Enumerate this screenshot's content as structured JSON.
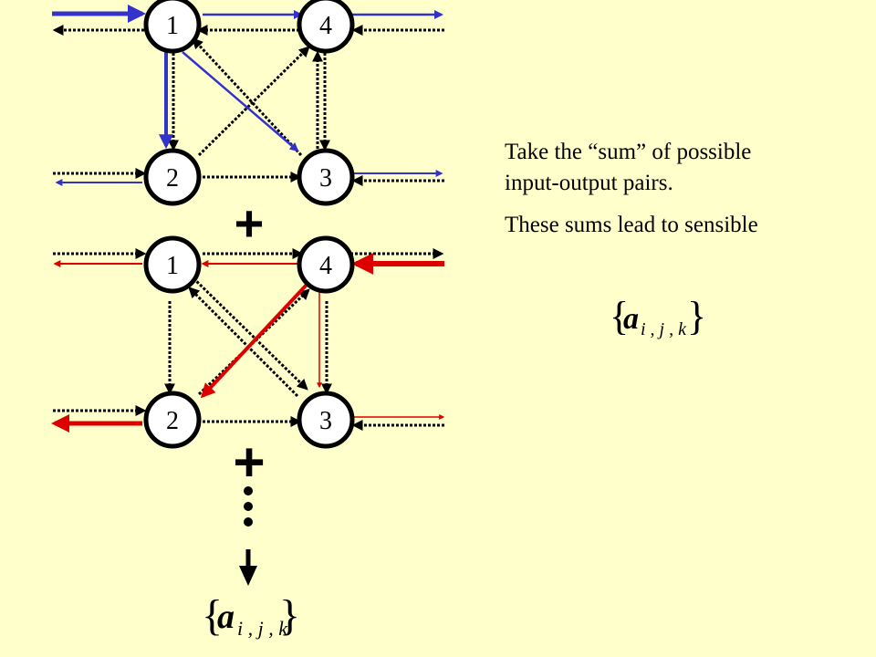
{
  "colors": {
    "background": "#ffffcc",
    "blue_flow": "#3333cc",
    "red_flow": "#dd0000",
    "dotted": "#000000"
  },
  "diagram_top": {
    "nodes": [
      {
        "id": "top-node-1",
        "label": "1"
      },
      {
        "id": "top-node-4",
        "label": "4"
      },
      {
        "id": "top-node-2",
        "label": "2"
      },
      {
        "id": "top-node-3",
        "label": "3"
      }
    ]
  },
  "diagram_bottom": {
    "nodes": [
      {
        "id": "bottom-node-1",
        "label": "1"
      },
      {
        "id": "bottom-node-4",
        "label": "4"
      },
      {
        "id": "bottom-node-2",
        "label": "2"
      },
      {
        "id": "bottom-node-3",
        "label": "3"
      }
    ]
  },
  "plus_signs": [
    "+",
    "+"
  ],
  "ellipsis_dots": 3,
  "result_symbol": {
    "brace_open": "{",
    "base": "a",
    "subscript": "i , j , k",
    "brace_close": "}"
  },
  "text": {
    "paragraph1": "Take the “sum” of possible input-output pairs.",
    "paragraph2": "These sums lead to sensible"
  }
}
